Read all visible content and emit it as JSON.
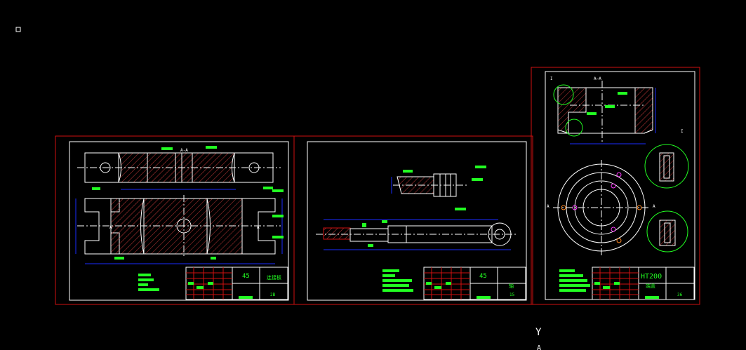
{
  "colors": {
    "background": "#000000",
    "sheet_border": "#d01010",
    "frame": "#ffffff",
    "dimension": "#1a2cff",
    "hatch": "#c03838",
    "annotation": "#22ff22",
    "center_line": "#ffffff",
    "callout_circle": "#22ff22"
  },
  "sheets": [
    {
      "material": "45",
      "name_cell": "连接板",
      "number_cell": "2B",
      "section_marks": [
        "A",
        "A",
        "A-A"
      ]
    },
    {
      "material": "45",
      "name_cell": "轴",
      "number_cell": "15"
    },
    {
      "material": "HT200",
      "name_cell": "端盖",
      "number_cell": "36",
      "section_title": "A—A",
      "view_marks": [
        "I",
        "I",
        "A",
        "A"
      ]
    }
  ],
  "ucs_label": "Y",
  "ucs_axis_letter": "A"
}
